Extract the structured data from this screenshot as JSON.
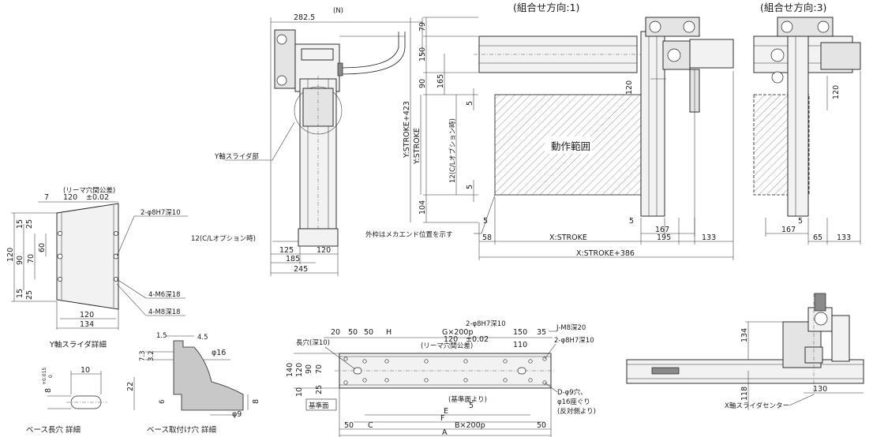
{
  "views": {
    "combo_dir_1": "(組合せ方向:1)",
    "combo_dir_3": "(組合せ方向:3)"
  },
  "side_view": {
    "dim_total_width": "282.5",
    "dim_n": "(N)",
    "label_y_slider": "Y軸スライダ部",
    "label_cl_option": "12(C/Lオプション時)",
    "dim_125": "125",
    "dim_120": "120",
    "dim_185": "185",
    "dim_245": "245"
  },
  "front_view_1": {
    "dim_79": "79",
    "dim_150": "150",
    "dim_90": "90",
    "dim_165": "165",
    "dim_120": "120",
    "dim_5a": "5",
    "dim_5b": "5",
    "dim_104": "104",
    "dim_y_stroke_423": "Y:STROKE+423",
    "dim_y_stroke": "Y:STROKE",
    "dim_cl": "12(C/Lオプション時)",
    "operating_range": "動作範囲",
    "outer_frame_note": "外枠はメカエンド位置を示す",
    "dim_58": "58",
    "dim_x_stroke": "X:STROKE",
    "dim_5c": "5",
    "dim_5d": "5",
    "dim_167": "167",
    "dim_195": "195",
    "dim_133": "133",
    "dim_x_stroke_386": "X:STROKE+386"
  },
  "front_view_3": {
    "dim_120": "120",
    "dim_5": "5",
    "dim_167": "167",
    "dim_65": "65",
    "dim_133": "133"
  },
  "y_slider_detail": {
    "title": "Y軸スライダ詳細",
    "reamer_pitch": "(リーマ穴間公差)",
    "dim_120_tol": "120",
    "tol": "±0.02",
    "dim_7": "7",
    "dim_15a": "15",
    "dim_25a": "25",
    "dim_60": "60",
    "dim_90": "90",
    "dim_70": "70",
    "dim_120v": "120",
    "dim_15b": "15",
    "dim_25b": "25",
    "hole_8h7": "2-φ8H7深10",
    "tap_m6": "4-M6深18",
    "tap_m8": "4-M8深18",
    "dim_120b": "120",
    "dim_134": "134"
  },
  "base_slot_detail": {
    "title": "ベース長穴 詳細",
    "dim_10": "10",
    "dim_8": "8",
    "tol_upper": "+0.015",
    "tol_lower": "0"
  },
  "base_mount_detail": {
    "title": "ベース取付け穴 詳細",
    "dim_1_5": "1.5",
    "dim_4_5": "4.5",
    "dim_7_3": "7.3",
    "dim_3_2": "3.2",
    "dim_phi16": "φ16",
    "dim_22": "22",
    "dim_6": "6",
    "dim_8": "8",
    "dim_phi9": "φ9"
  },
  "base_plan": {
    "dim_20": "20",
    "dim_50a": "50",
    "dim_50b": "50",
    "dim_h": "H",
    "dim_g": "G×200p",
    "dim_150": "150",
    "dim_35": "35",
    "hole_8h7_top": "2-φ8H7深10",
    "tap_m8": "J-M8深20",
    "long_hole": "長穴(深10)",
    "reamer_pitch": "(リーマ穴間公差)",
    "dim_120": "120",
    "tol": "±0.02",
    "dim_110": "110",
    "hole_8h7_right": "2-φ8H7深10",
    "dim_140": "140",
    "dim_120v": "120",
    "dim_90": "90",
    "dim_70": "70",
    "dim_25": "25",
    "dim_10": "10",
    "ref_surface": "基準面",
    "ref_surface_note": "(基準面より)",
    "dim_5": "5",
    "hole_d": "D-φ9穴、",
    "counterbore": "φ16座ぐり",
    "from_opposite": "(反対側より)",
    "dim_e": "E",
    "dim_f": "F",
    "dim_50c": "50",
    "dim_c": "C",
    "dim_b": "B×200p",
    "dim_50d": "50",
    "dim_a": "A"
  },
  "x_slider_view": {
    "dim_134": "134",
    "dim_118": "118",
    "dim_130": "130",
    "caption": "X軸スライダセンター"
  }
}
